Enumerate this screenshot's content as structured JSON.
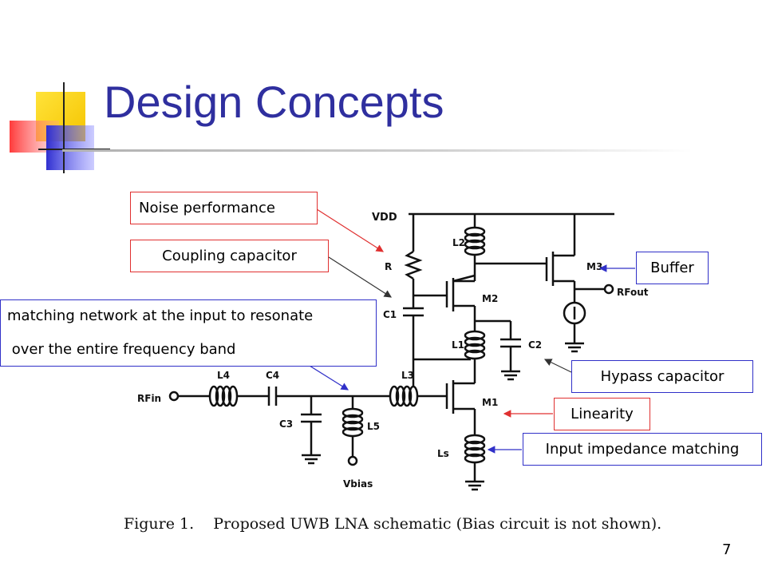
{
  "slide": {
    "title": "Design Concepts",
    "number": "7"
  },
  "callouts": {
    "noise": "Noise performance",
    "coupling": "Coupling capacitor",
    "matching_line1": "matching network at the input to resonate",
    "matching_line2": " over the entire frequency band",
    "buffer": "Buffer",
    "hypass": "Hypass capacitor",
    "linearity": "Linearity",
    "input_impedance": "Input impedance matching"
  },
  "schematic": {
    "labels": {
      "vdd": "VDD",
      "r": "R",
      "c1": "C1",
      "l2": "L2",
      "m2": "M2",
      "m3": "M3",
      "rf_out": "RFout",
      "l1": "L1",
      "c2": "C2",
      "rf_in": "RFin",
      "l4": "L4",
      "c4": "C4",
      "c3": "C3",
      "l5": "L5",
      "l3": "L3",
      "m1": "M1",
      "ls": "Ls",
      "vbias": "Vbias"
    },
    "caption": "Figure 1.    Proposed UWB LNA schematic (Bias circuit is not shown)."
  },
  "colors": {
    "title": "#2f2f9f",
    "red_border": "#e03030",
    "blue_border": "#3030c8"
  }
}
